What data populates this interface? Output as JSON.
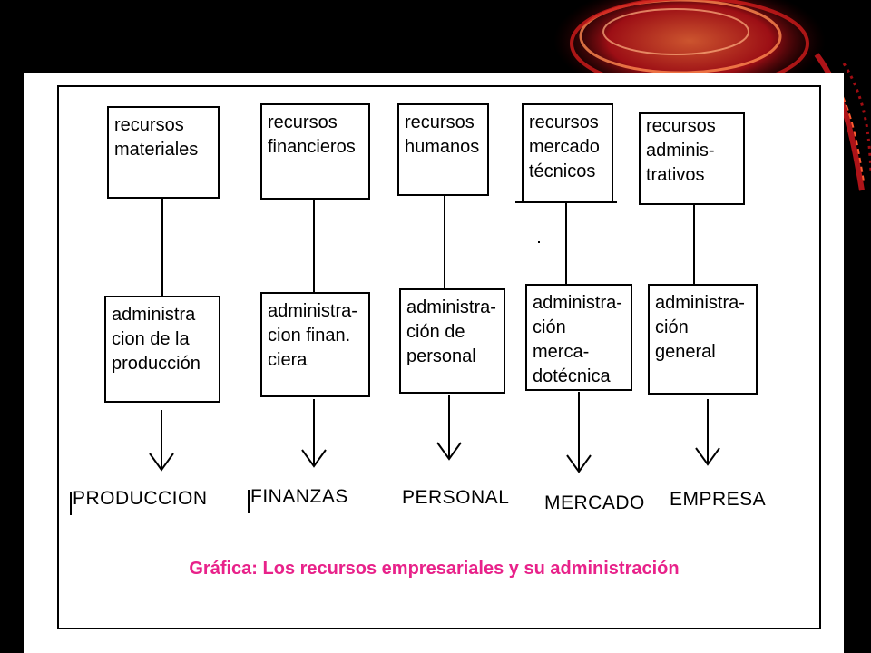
{
  "diagram": {
    "columns": [
      {
        "resource": "recursos\nmateriales",
        "administration": "administra\ncion de la\nproducción",
        "area": "PRODUCCION"
      },
      {
        "resource": "recursos\nfinancieros",
        "administration": "administra-\ncion finan.\nciera",
        "area": "FINANZAS"
      },
      {
        "resource": "recursos\nhumanos",
        "administration": "administra-\nción de\npersonal",
        "area": "PERSONAL"
      },
      {
        "resource": "recursos\nmercado\ntécnicos",
        "administration": "administra-\nción merca-\ndotécnica",
        "area": "MERCADO"
      },
      {
        "resource": "recursos\nadminis-\ntrativos",
        "administration": "administra-\nción\ngeneral",
        "area": "EMPRESA"
      }
    ],
    "caption": "Gráfica: Los recursos empresariales y su administración"
  },
  "colors": {
    "caption": "#e8228a",
    "background": "#000000",
    "slide": "#ffffff"
  },
  "decoration": "red-swirl-graphic"
}
